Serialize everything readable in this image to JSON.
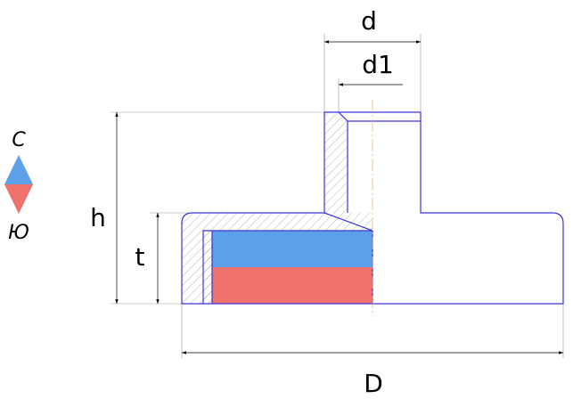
{
  "labels": {
    "d": "d",
    "d1": "d1",
    "h": "h",
    "t": "t",
    "D": "D"
  },
  "legend": {
    "north": "С",
    "south": "Ю"
  },
  "colors": {
    "north_pole": "#5ba0e8",
    "south_pole": "#ee716b",
    "outline": "#3a35d6",
    "centerline": "#f0b070"
  }
}
